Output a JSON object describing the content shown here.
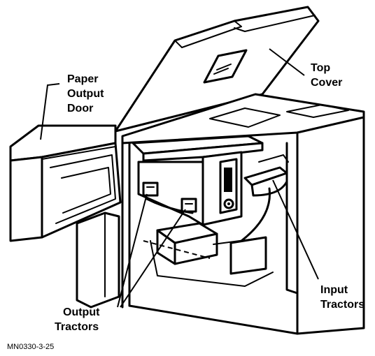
{
  "labels": {
    "paper_output_door": [
      "Paper",
      "Output",
      "Door"
    ],
    "top_cover": [
      "Top",
      "Cover"
    ],
    "output_tractors": [
      "Output",
      "Tractors"
    ],
    "input_tractors": [
      "Input",
      "Tractors"
    ]
  },
  "figure_id": "MN0330-3-25",
  "colors": {
    "ink": "#000000",
    "paper": "#ffffff"
  }
}
